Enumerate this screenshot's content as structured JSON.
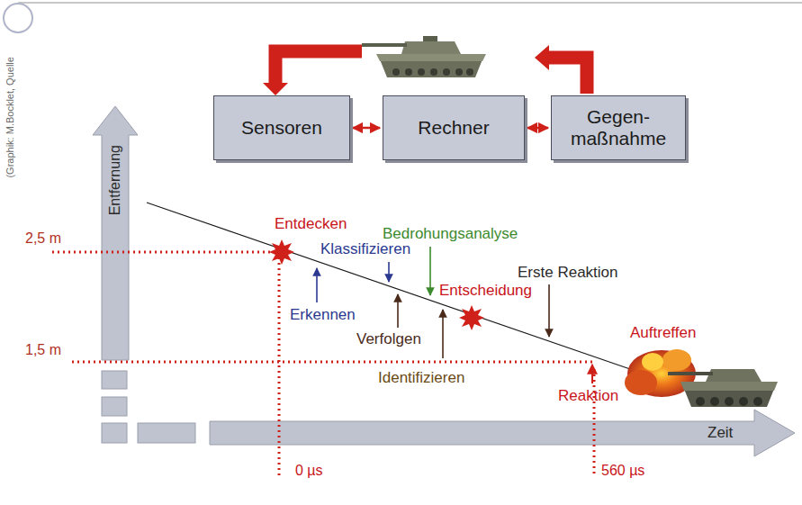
{
  "diagram": {
    "nodes": [
      {
        "text": [
          "Sensoren"
        ]
      },
      {
        "text": [
          "Rechner"
        ]
      },
      {
        "text": [
          "Gegen- maßnahme"
        ]
      }
    ],
    "edges": [
      {
        "from": 0,
        "to": 1,
        "arrow": "both"
      },
      {
        "from": 1,
        "to": 2,
        "arrow": "both"
      }
    ],
    "labels": [
      "(Graphik: M.Bocklet, Quelle",
      "Entfernung",
      "Entdecken",
      "2,5 m",
      "Bedrohungsanalyse",
      "Klassifizieren",
      "Erste Reaktion",
      "Entscheidung",
      "Erkennen",
      "Verfolgen",
      "Auftreffen",
      "1,5 m",
      "Identifizieren",
      "Reaktion",
      "Zeit",
      "0 µs",
      "560 µs"
    ]
  }
}
